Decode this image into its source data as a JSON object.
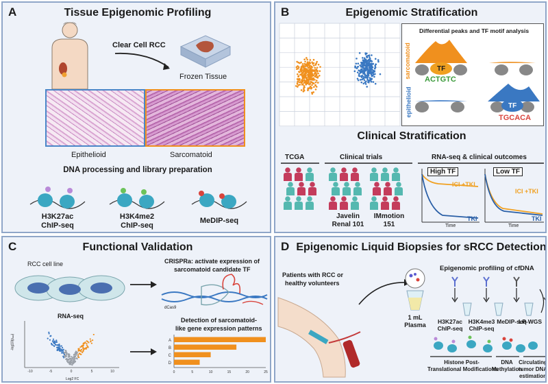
{
  "colors": {
    "orange": "#f0901e",
    "blue": "#3a78c2",
    "crimson": "#c43c5c",
    "teal": "#55b8b0",
    "panel_bg": "#eef2f9",
    "panel_border": "#8fa6c8"
  },
  "panelA": {
    "label": "A",
    "title": "Tissue Epigenomic Profiling",
    "ccrcc": "Clear Cell RCC",
    "frozen": "Frozen Tissue",
    "epithelioid": "Epithelioid",
    "sarcomatoid": "Sarcomatoid",
    "dna_title": "DNA processing and library preparation",
    "assays": [
      {
        "line1": "H3K27ac",
        "line2": "ChIP-seq"
      },
      {
        "line1": "H3K4me2",
        "line2": "ChIP-seq"
      },
      {
        "line1": "MeDIP-seq",
        "line2": ""
      }
    ]
  },
  "panelB": {
    "label": "B",
    "title": "Epigenomic Stratification",
    "motif_title": "Differential peaks and TF motif analysis",
    "sarcomatoid": "sarcomatoid",
    "epithelioid": "epithelioid",
    "tf": "TF",
    "motif1": "ACTGTC",
    "motif2": "TGCACA",
    "clinical_title": "Clinical Stratification",
    "tcga": "TCGA",
    "trials": "Clinical trials",
    "rnaseq": "RNA-seq & clinical outcomes",
    "javelin": [
      "Javelin",
      "Renal 101"
    ],
    "immotion": [
      "IMmotion",
      "151"
    ],
    "high_tf": "High TF",
    "low_tf": "Low TF",
    "ici_tki": "ICI +TKI",
    "tki": "TKI",
    "time": "Time"
  },
  "panelC": {
    "label": "C",
    "title": "Functional Validation",
    "cell_line": "RCC cell line",
    "crispra": [
      "CRISPRa: activate expression of",
      "sarcomatoid candidate TF"
    ],
    "dcas9": "dCas9",
    "rnaseq": "RNA-seq",
    "volcano_ylabel": "-log10(pₐₑⱼ)",
    "volcano_xlabel": "Log2 FC",
    "volcano_xticks": [
      "-10",
      "-5",
      "0",
      "5",
      "10"
    ],
    "detection": [
      "Detection of sarcomatoid-",
      "like gene expression patterns"
    ],
    "bar_categories": [
      "A",
      "B",
      "C",
      "D"
    ],
    "bar_values": [
      25,
      17,
      10,
      7
    ],
    "bar_xticks": [
      "0",
      "5",
      "10",
      "15",
      "20",
      "25"
    ]
  },
  "panelD": {
    "label": "D",
    "title": "Epigenomic Liquid Biopsies for sRCC Detection",
    "patients": [
      "Patients with RCC or",
      "healthy volunteers"
    ],
    "cfdna": "Epigenomic profiling of cfDNA",
    "plasma": [
      "1 mL",
      "Plasma"
    ],
    "steps": [
      {
        "line1": "H3K27ac",
        "line2": "ChIP-seq"
      },
      {
        "line1": "H3K4me3",
        "line2": "ChIP-seq"
      },
      {
        "line1": "MeDIP-seq",
        "line2": ""
      },
      {
        "line1": "LP-WGS",
        "line2": ""
      }
    ],
    "histone": [
      "Histone Post-",
      "Translational Modifications"
    ],
    "methylation": [
      "DNA",
      "Methylation"
    ],
    "ctdna": [
      "Circulating",
      "tumor DNA",
      "estimation"
    ]
  }
}
